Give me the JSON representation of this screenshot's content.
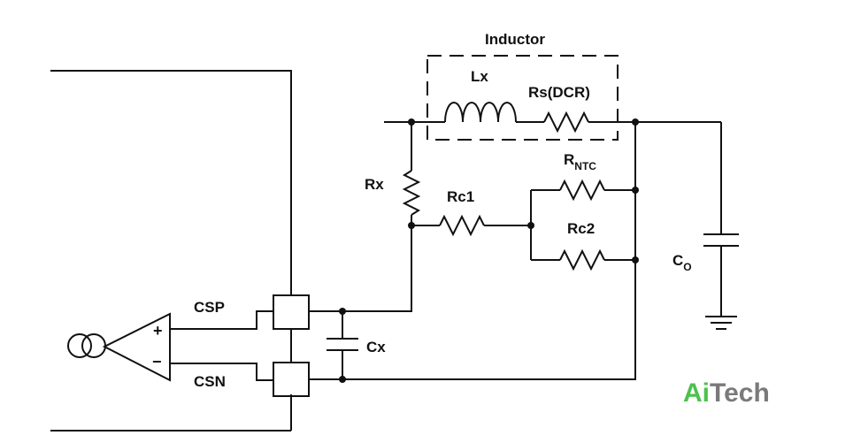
{
  "labels": {
    "inductor": "Inductor",
    "lx": "Lx",
    "rs_dcr": "Rs(DCR)",
    "rx": "Rx",
    "rc1": "Rc1",
    "rntc_main": "R",
    "rntc_sub": "NTC",
    "rc2": "Rc2",
    "co_main": "C",
    "co_sub": "O",
    "csp": "CSP",
    "csn": "CSN",
    "cx": "Cx",
    "plus": "+",
    "minus": "−"
  },
  "logo": {
    "part1": "Ai",
    "part2": "Tech",
    "color1": "#4cc14c",
    "color2": "#7a7a7a"
  }
}
